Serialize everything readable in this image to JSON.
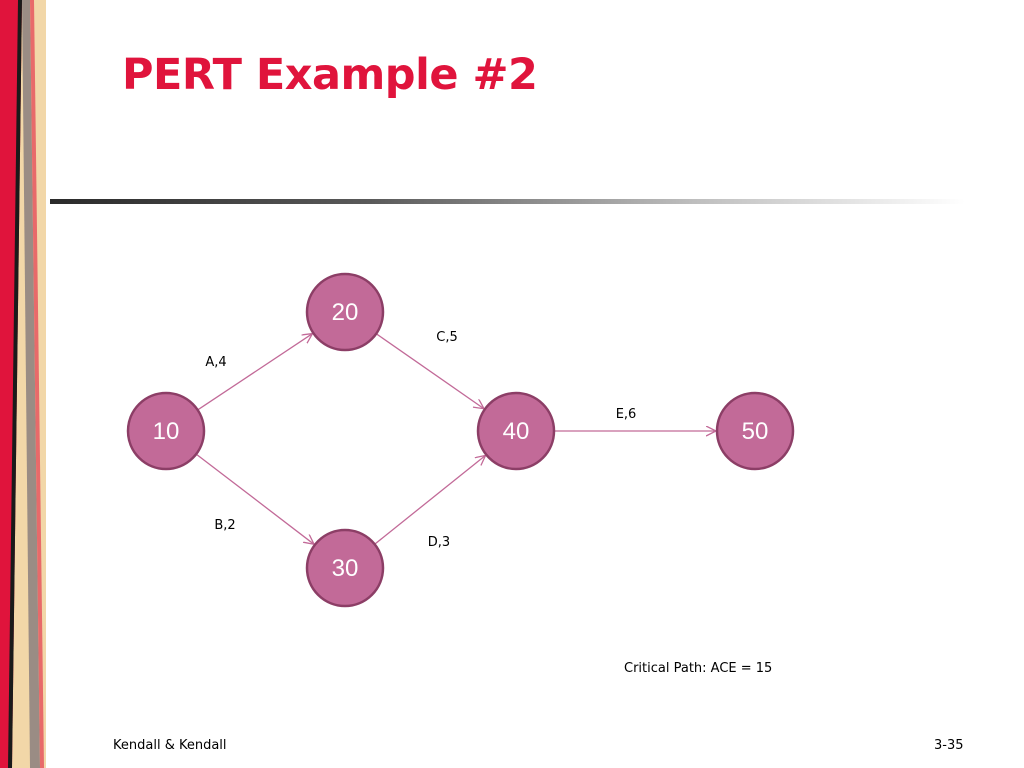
{
  "slide": {
    "title": "PERT Example #2",
    "critical_path_note": "Critical Path: ACE = 15",
    "footer_left": "Kendall & Kendall",
    "page_number": "3-35"
  },
  "colors": {
    "title": "#E0143C",
    "node_fill": "#C26A98",
    "node_stroke": "#8C3E66",
    "arrow": "#C26A98",
    "band_red": "#E0143C",
    "band_tan": "#F2D7A8",
    "band_gray": "#9A8C84"
  },
  "diagram": {
    "nodes": [
      {
        "id": "10",
        "label": "10"
      },
      {
        "id": "20",
        "label": "20"
      },
      {
        "id": "30",
        "label": "30"
      },
      {
        "id": "40",
        "label": "40"
      },
      {
        "id": "50",
        "label": "50"
      }
    ],
    "edges": [
      {
        "from": "10",
        "to": "20",
        "label": "A,4"
      },
      {
        "from": "10",
        "to": "30",
        "label": "B,2"
      },
      {
        "from": "20",
        "to": "40",
        "label": "C,5"
      },
      {
        "from": "30",
        "to": "40",
        "label": "D,3"
      },
      {
        "from": "40",
        "to": "50",
        "label": "E,6"
      }
    ]
  }
}
